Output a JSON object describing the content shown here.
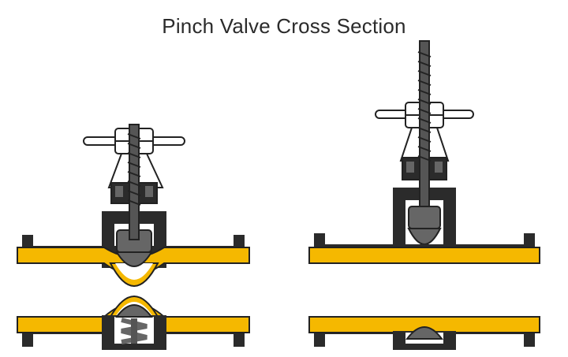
{
  "title": "Pinch Valve Cross Section",
  "colors": {
    "body": "#2b2b2b",
    "sleeve": "#f5b800",
    "inner": "#ffffff",
    "plunger": "#666666",
    "outline": "#222222"
  },
  "valves": [
    {
      "state": "closed",
      "icons": [
        "handwheel-icon",
        "stem-icon",
        "plunger-icon",
        "sleeve-icon",
        "spring-icon"
      ]
    },
    {
      "state": "open",
      "icons": [
        "handwheel-icon",
        "stem-icon",
        "plunger-icon",
        "sleeve-icon",
        "dome-icon"
      ]
    }
  ]
}
